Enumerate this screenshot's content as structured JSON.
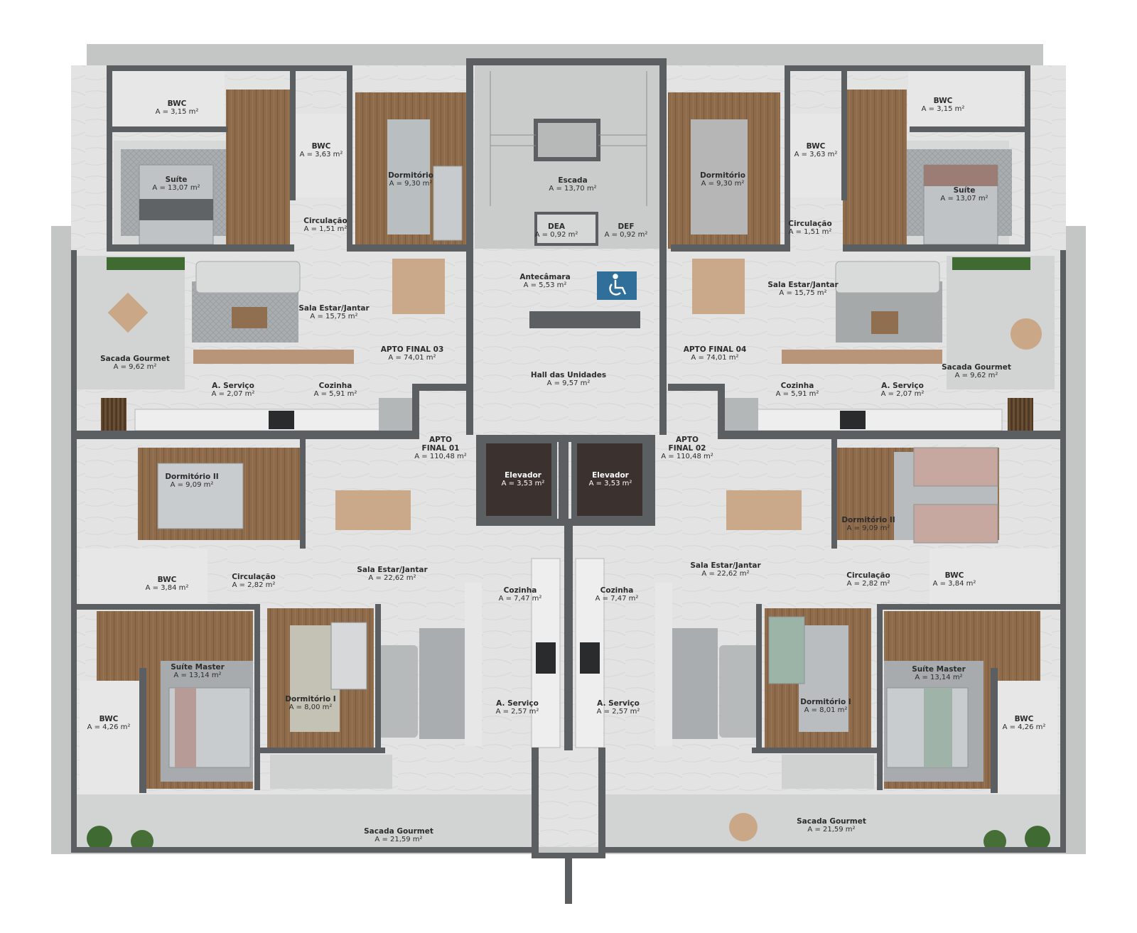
{
  "rooms": {
    "bwc_tl": {
      "name": "BWC",
      "area": "A = 3,15 m²"
    },
    "bwc_tl2": {
      "name": "BWC",
      "area": "A = 3,63 m²"
    },
    "suite_tl": {
      "name": "Suíte",
      "area": "A = 13,07 m²"
    },
    "circ_tl": {
      "name": "Circulação",
      "area": "A = 1,51 m²"
    },
    "dorm_tl": {
      "name": "Dormitório",
      "area": "A = 9,30 m²"
    },
    "escada": {
      "name": "Escada",
      "area": "A = 13,70 m²"
    },
    "dea": {
      "name": "DEA",
      "area": "A = 0,92 m²"
    },
    "def": {
      "name": "DEF",
      "area": "A = 0,92 m²"
    },
    "dorm_tr": {
      "name": "Dormitório",
      "area": "A = 9,30 m²"
    },
    "bwc_tr2": {
      "name": "BWC",
      "area": "A = 3,63 m²"
    },
    "bwc_tr": {
      "name": "BWC",
      "area": "A = 3,15 m²"
    },
    "suite_tr": {
      "name": "Suíte",
      "area": "A = 13,07 m²"
    },
    "circ_tr": {
      "name": "Circulação",
      "area": "A = 1,51 m²"
    },
    "antecamara": {
      "name": "Antecâmara",
      "area": "A = 5,53 m²"
    },
    "sala_tl": {
      "name": "Sala Estar/Jantar",
      "area": "A = 15,75 m²"
    },
    "sala_tr": {
      "name": "Sala Estar/Jantar",
      "area": "A = 15,75 m²"
    },
    "sacada_tl": {
      "name": "Sacada Gourmet",
      "area": "A = 9,62 m²"
    },
    "sacada_tr": {
      "name": "Sacada Gourmet",
      "area": "A = 9,62 m²"
    },
    "apto03": {
      "name": "APTO FINAL 03",
      "area": "A = 74,01 m²"
    },
    "apto04": {
      "name": "APTO FINAL 04",
      "area": "A = 74,01 m²"
    },
    "hall": {
      "name": "Hall das Unidades",
      "area": "A = 9,57 m²"
    },
    "serv_tl": {
      "name": "A. Serviço",
      "area": "A = 2,07 m²"
    },
    "coz_tl": {
      "name": "Cozinha",
      "area": "A = 5,91 m²"
    },
    "coz_tr": {
      "name": "Cozinha",
      "area": "A = 5,91 m²"
    },
    "serv_tr": {
      "name": "A. Serviço",
      "area": "A = 2,07 m²"
    },
    "apto01": {
      "name1": "APTO",
      "name2": "FINAL 01",
      "area": "A = 110,48 m²"
    },
    "apto02": {
      "name1": "APTO",
      "name2": "FINAL 02",
      "area": "A = 110,48 m²"
    },
    "elev1": {
      "name": "Elevador",
      "area": "A = 3,53 m²"
    },
    "elev2": {
      "name": "Elevador",
      "area": "A = 3,53 m²"
    },
    "dorm2_l": {
      "name": "Dormitório II",
      "area": "A = 9,09 m²"
    },
    "dorm2_r": {
      "name": "Dormitório II",
      "area": "A = 9,09 m²"
    },
    "bwc_ml": {
      "name": "BWC",
      "area": "A = 3,84 m²"
    },
    "circ_ml": {
      "name": "Circulação",
      "area": "A = 2,82 m²"
    },
    "sala_bl": {
      "name": "Sala Estar/Jantar",
      "area": "A = 22,62 m²"
    },
    "sala_br": {
      "name": "Sala Estar/Jantar",
      "area": "A = 22,62 m²"
    },
    "circ_mr": {
      "name": "Circulação",
      "area": "A = 2,82 m²"
    },
    "bwc_mr": {
      "name": "BWC",
      "area": "A = 3,84 m²"
    },
    "coz_bl": {
      "name": "Cozinha",
      "area": "A = 7,47 m²"
    },
    "coz_br": {
      "name": "Cozinha",
      "area": "A = 7,47 m²"
    },
    "suite_master_l": {
      "name": "Suíte Master",
      "area": "A = 13,14 m²"
    },
    "suite_master_r": {
      "name": "Suíte Master",
      "area": "A = 13,14 m²"
    },
    "dorm1_l": {
      "name": "Dormitório I",
      "area": "A = 8,00 m²"
    },
    "dorm1_r": {
      "name": "Dormitório I",
      "area": "A = 8,01 m²"
    },
    "serv_bl": {
      "name": "A. Serviço",
      "area": "A = 2,57 m²"
    },
    "serv_br": {
      "name": "A. Serviço",
      "area": "A = 2,57 m²"
    },
    "bwc_bl": {
      "name": "BWC",
      "area": "A = 4,26 m²"
    },
    "bwc_br": {
      "name": "BWC",
      "area": "A = 4,26 m²"
    },
    "sacada_bl": {
      "name": "Sacada Gourmet",
      "area": "A = 21,59 m²"
    },
    "sacada_br": {
      "name": "Sacada Gourmet",
      "area": "A = 21,59 m²"
    }
  },
  "colors": {
    "wall": "#5c5f61",
    "floor": "#dcdedd",
    "wood": "#8a6a4c",
    "terrace": "#bfc2c1",
    "accessibility": "#2f6f9a"
  },
  "icons": [
    "accessibility-icon",
    "plant-icon",
    "bed-icon",
    "sofa-icon",
    "dining-table-icon",
    "toilet-icon",
    "sink-icon",
    "stove-icon"
  ]
}
